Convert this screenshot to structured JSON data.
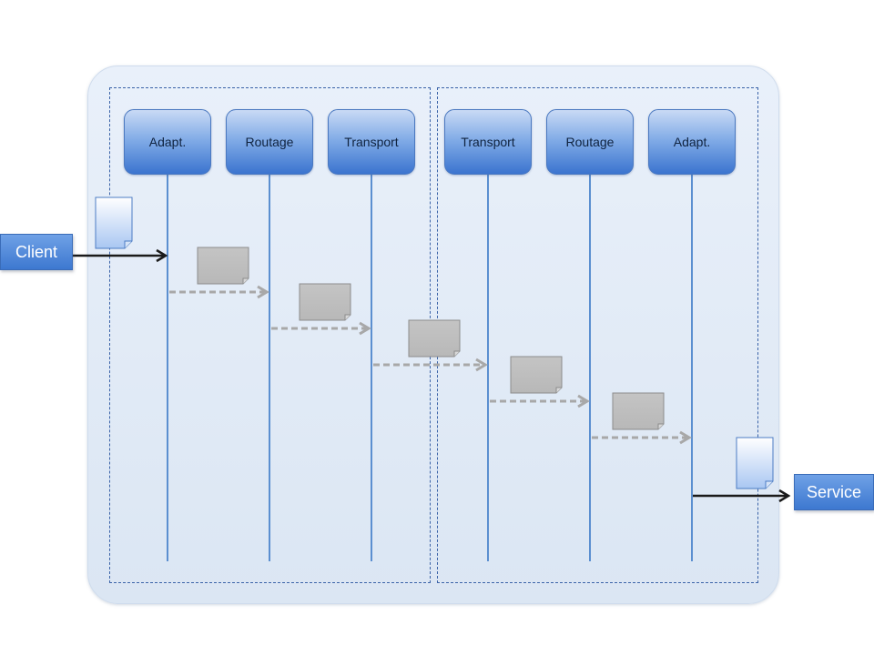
{
  "lifelines": [
    {
      "label": "Adapt."
    },
    {
      "label": "Routage"
    },
    {
      "label": "Transport"
    },
    {
      "label": "Transport"
    },
    {
      "label": "Routage"
    },
    {
      "label": "Adapt."
    }
  ],
  "endpoints": {
    "client": {
      "label": "Client"
    },
    "service": {
      "label": "Service"
    }
  },
  "colors": {
    "lifeline_header": "#5b8fd8",
    "lifeline_line": "#5b8fd0",
    "message_box": "#c0c0c0",
    "dashed_arrow": "#a8a8a8",
    "solid_arrow": "#1a1a1a",
    "group_border": "#3b63a8",
    "panel_background": "#e3ebf6"
  }
}
